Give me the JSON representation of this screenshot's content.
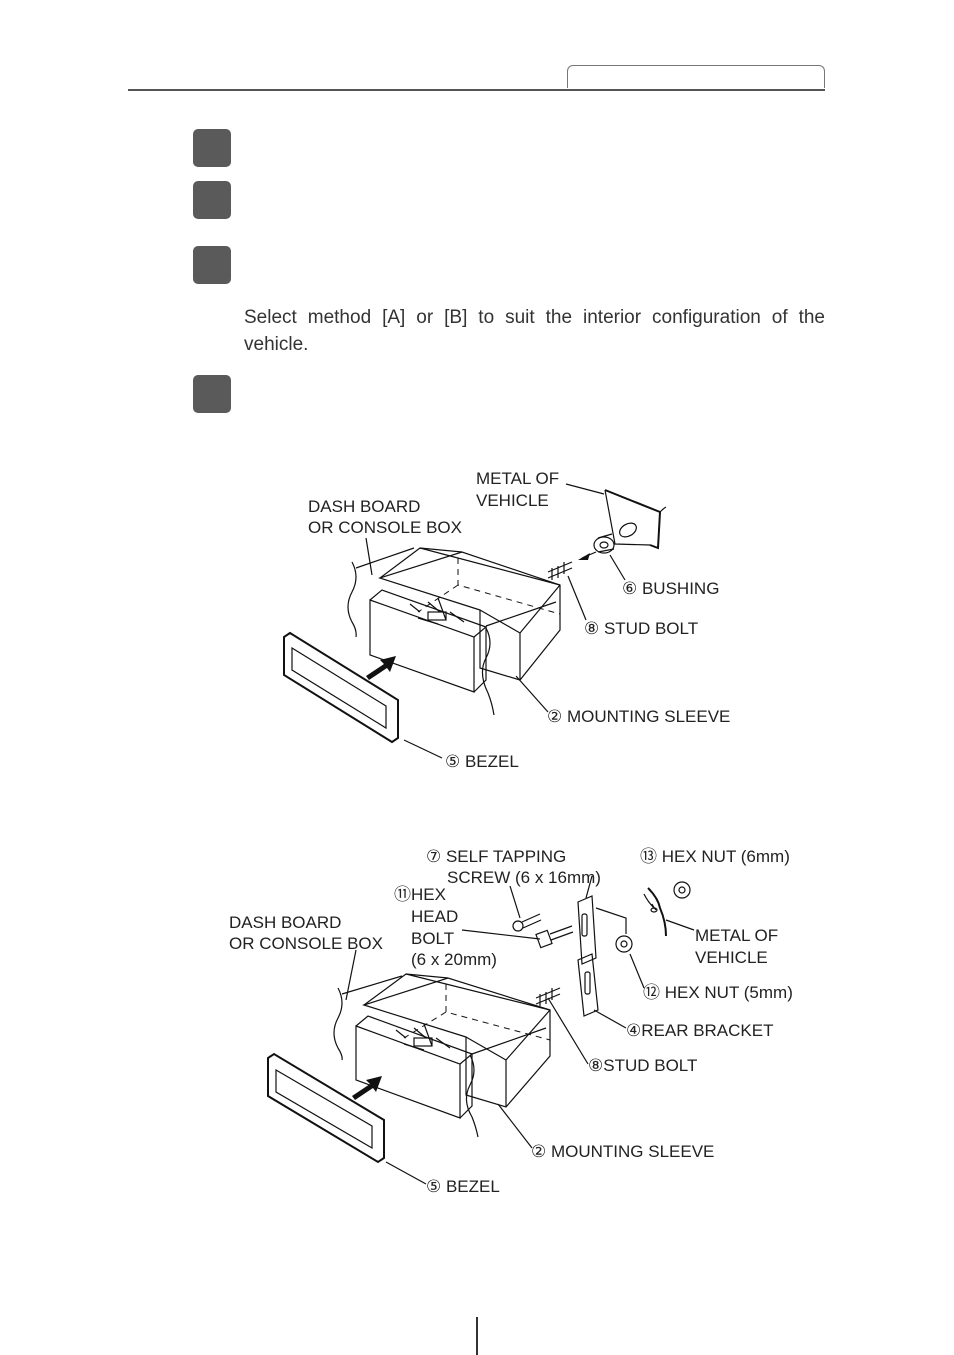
{
  "header": {
    "section_tab": ""
  },
  "steps": [
    {
      "number": "",
      "text": ""
    },
    {
      "number": "",
      "text": ""
    },
    {
      "number": "",
      "text": ""
    },
    {
      "number": "",
      "text": ""
    }
  ],
  "paragraph": "Select method [A] or [B] to suit the interior configuration of the vehicle.",
  "diagram_a": {
    "metal_of_vehicle": [
      "METAL OF",
      "VEHICLE"
    ],
    "dash_board": [
      "DASH BOARD",
      "OR CONSOLE BOX"
    ],
    "bushing": "⑥ BUSHING",
    "stud_bolt": "⑧ STUD BOLT",
    "mounting_sleeve": "② MOUNTING SLEEVE",
    "bezel": "⑤ BEZEL"
  },
  "diagram_b": {
    "self_tapping_screw": [
      "⑦ SELF TAPPING",
      "SCREW (6 x 16mm)"
    ],
    "hex_nut_6mm": "⑬ HEX NUT (6mm)",
    "hex_head_bolt": [
      "⑪HEX",
      "HEAD",
      "BOLT",
      "(6 x 20mm)"
    ],
    "dash_board": [
      "DASH BOARD",
      "OR CONSOLE BOX"
    ],
    "metal_of_vehicle": [
      "METAL OF",
      "VEHICLE"
    ],
    "hex_nut_5mm": "⑫ HEX NUT (5mm)",
    "rear_bracket": "④REAR BRACKET",
    "stud_bolt": "⑧STUD BOLT",
    "mounting_sleeve": "② MOUNTING SLEEVE",
    "bezel": "⑤ BEZEL"
  }
}
